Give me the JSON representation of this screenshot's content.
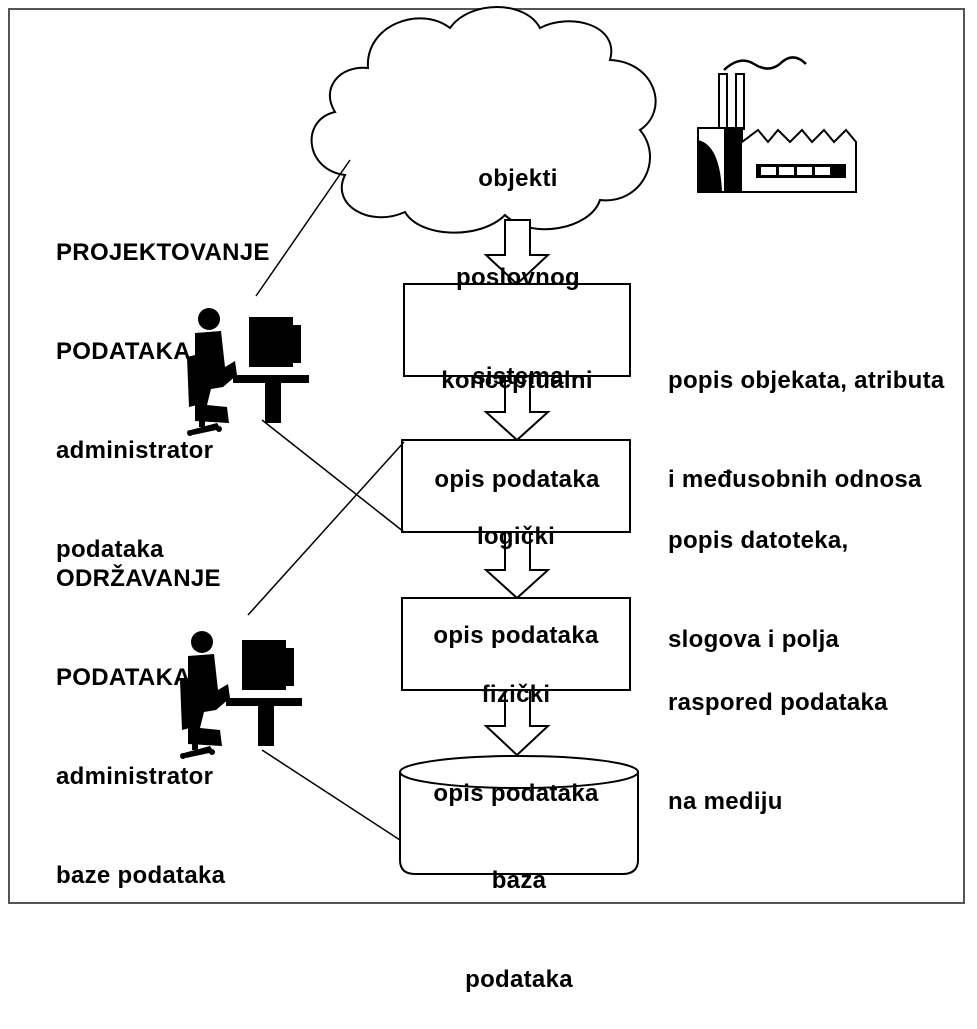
{
  "colors": {
    "ink": "#000000",
    "background": "#ffffff",
    "frame": "#555555"
  },
  "cloud": {
    "lines": [
      "objekti",
      "poslovnog",
      "sistema"
    ]
  },
  "boxes": {
    "conceptual": {
      "lines": [
        "konceptualni",
        "opis podataka"
      ]
    },
    "logical": {
      "lines": [
        "logički",
        "opis podataka"
      ]
    },
    "physical": {
      "lines": [
        "fizički",
        "opis podataka"
      ]
    }
  },
  "database": {
    "lines": [
      "baza",
      "podataka"
    ]
  },
  "descriptions": {
    "conceptual": [
      "popis objekata, atributa",
      "i međusobnih odnosa"
    ],
    "logical": [
      "popis datoteka,",
      "slogova i polja"
    ],
    "physical": [
      "raspored podataka",
      "na mediju"
    ]
  },
  "roles": {
    "design": [
      "PROJEKTOVANJE",
      "PODATAKA",
      "administrator",
      "podataka"
    ],
    "maintenance": [
      "ODRŽAVANJE",
      "PODATAKA",
      "administrator",
      "baze podataka"
    ]
  },
  "icons": [
    "factory-icon",
    "person-at-computer-icon",
    "person-at-computer-icon"
  ]
}
